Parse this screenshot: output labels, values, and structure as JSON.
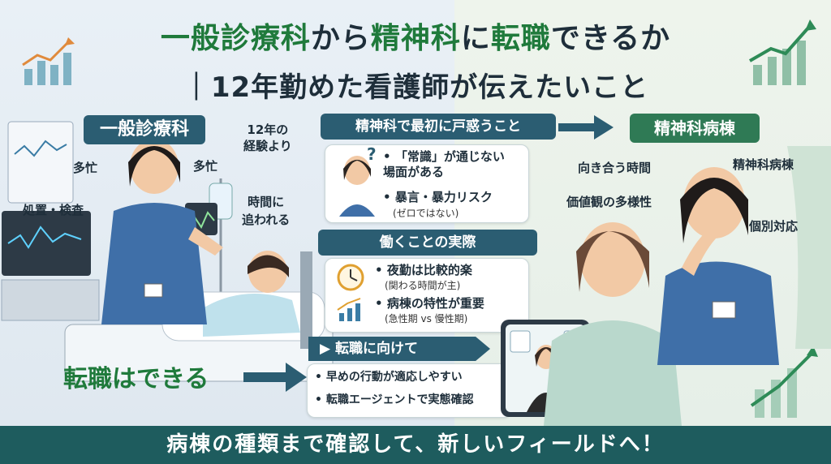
{
  "title": {
    "line1_a": "一般診療科",
    "line1_b": "から",
    "line1_c": "精神科",
    "line1_d": "に",
    "line1_e": "転職",
    "line1_f": "できるか",
    "line2": "｜12年勤めた看護師が伝えたいこと"
  },
  "left": {
    "header": "一般診療科",
    "experience": "12年の\n経験より",
    "labels": {
      "busy1": "多忙",
      "busy2": "多忙",
      "procedures": "処置・検査",
      "time_pressed": "時間に\n追われる"
    },
    "conclusion": "転職はできる"
  },
  "center": {
    "confusion_header": "精神科で最初に戸惑うこと",
    "confusion_items": [
      "「常識」が通じない\n場面がある",
      "暴言・暴力リスク"
    ],
    "confusion_note": "(ゼロではない)",
    "reality_header": "働くことの実際",
    "reality_items": [
      "夜勤は比較的楽",
      "病棟の特性が重要"
    ],
    "reality_notes": [
      "(関わる時間が主)",
      "(急性期 vs 慢性期)"
    ],
    "transfer_header": "転職に向けて",
    "transfer_items": [
      "早めの行動が適応しやすい",
      "転職エージェントで実態確認"
    ]
  },
  "right": {
    "header": "精神科病棟",
    "labels": {
      "facing_time": "向き合う時間",
      "ward": "精神科病棟",
      "diversity": "価値観の多様性",
      "individual": "個別対応"
    }
  },
  "footer": "病棟の種類まで確認して、新しいフィールドへ！",
  "colors": {
    "accent_green": "#1f7a3b",
    "pill_blue": "#2b5d72",
    "footer_teal": "#1e5c5e"
  },
  "icons": [
    "chart-up-icon",
    "question-icon",
    "clock-icon",
    "trend-icon",
    "arrow-right-icon",
    "calendar-icon",
    "shield-check-icon"
  ]
}
